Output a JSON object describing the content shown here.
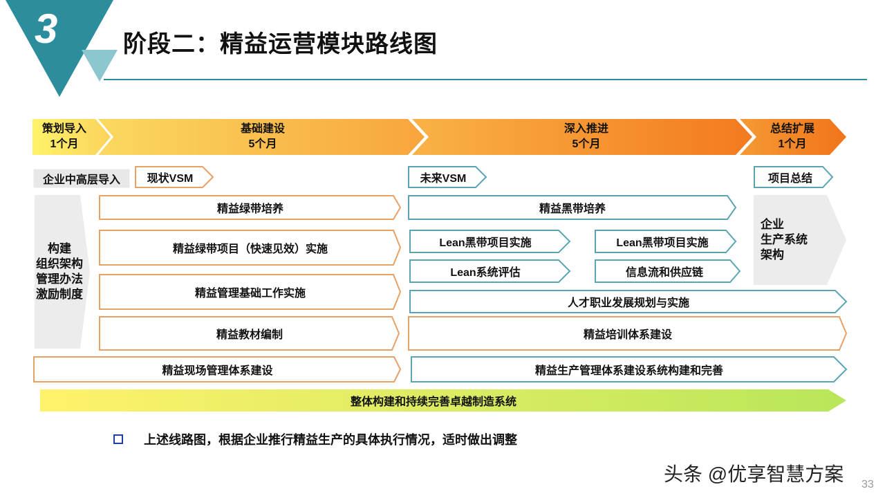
{
  "header": {
    "section_number": "3",
    "title": "阶段二：精益运营模块路线图"
  },
  "phases": [
    {
      "name": "策划导入",
      "duration": "1个月"
    },
    {
      "name": "基础建设",
      "duration": "5个月"
    },
    {
      "name": "深入推进",
      "duration": "5个月"
    },
    {
      "name": "总结扩展",
      "duration": "1个月"
    }
  ],
  "colors": {
    "teal": "#2c8d9c",
    "orange_border": "#e8a165",
    "teal_border": "#5aa4b4"
  },
  "left_column": {
    "top_label": "企业中高层导入",
    "side_label": "构建\n组织架构\n管理办法\n激励制度"
  },
  "right_column": {
    "top_label": "项目总结",
    "side_label": "企业\n生产系统\n架构"
  },
  "tasks": {
    "current_vsm": "现状VSM",
    "future_vsm": "未来VSM",
    "green_belt_training": "精益绿带培养",
    "green_belt_projects": "精益绿带项目（快速见效）实施",
    "mgmt_foundation": "精益管理基础工作实施",
    "materials": "精益教材编制",
    "onsite_mgmt": "精益现场管理体系建设",
    "black_belt_training": "精益黑带培养",
    "lean_black_belt_1": "Lean黑带项目实施",
    "lean_black_belt_2": "Lean黑带项目实施",
    "lean_system_eval": "Lean系统评估",
    "info_supply_chain": "信息流和供应链",
    "talent_career": "人才职业发展规划与实施",
    "training_system": "精益培训体系建设",
    "production_mgmt": "精益生产管理体系建设系统构建和完善"
  },
  "bottom_bar": "整体构建和持续完善卓越制造系统",
  "note": "上述线路图，根据企业推行精益生产的具体执行情况，适时做出调整",
  "watermark": "头条 @优享智慧方案",
  "page_number": "33"
}
